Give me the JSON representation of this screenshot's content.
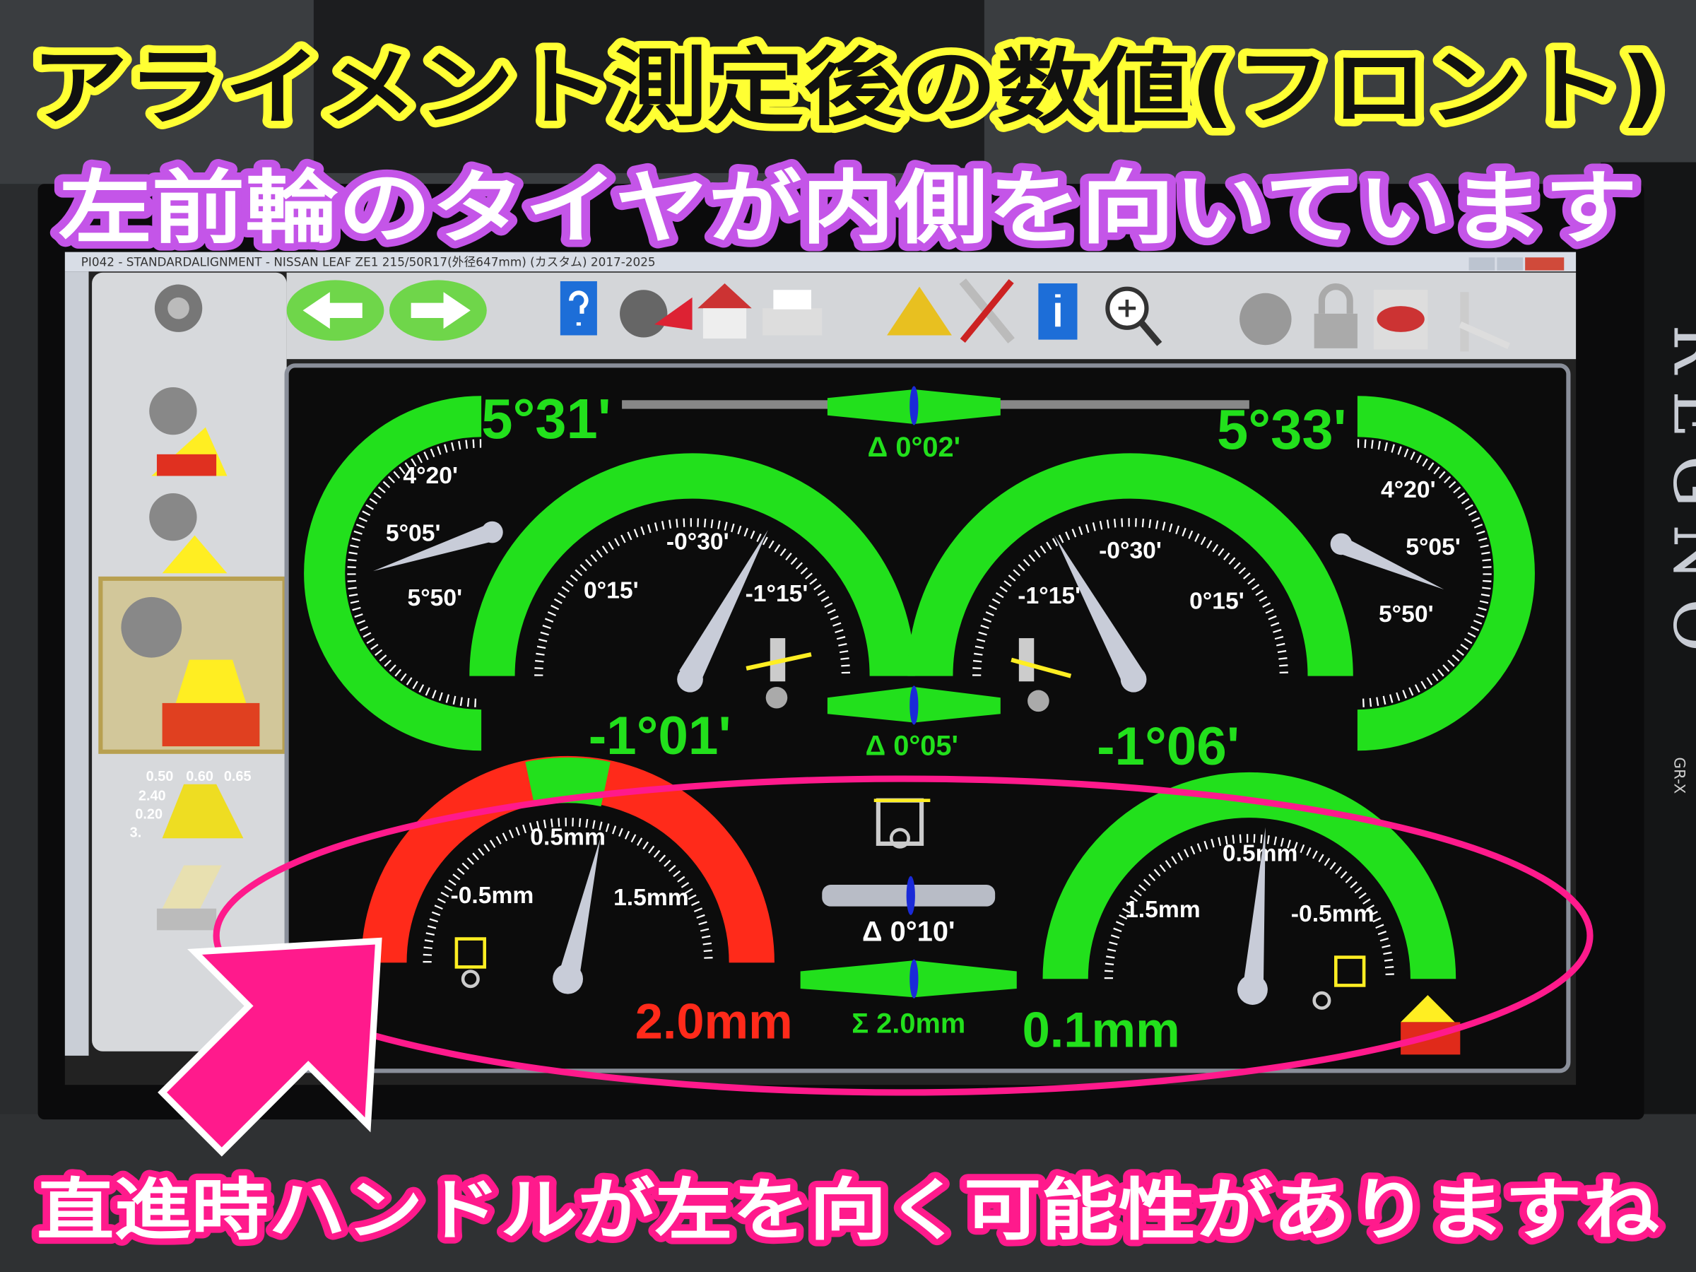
{
  "background": {
    "tire_brand": "REGNO",
    "tire_model": "GR-X"
  },
  "window": {
    "title": "PI042 - STANDARDALIGNMENT - NISSAN LEAF   ZE1   215/50R17(外径647mm) (カスタム) 2017-2025"
  },
  "sidebar": {
    "summary_table": [
      "0.50",
      "0.60",
      "0.65",
      "2.40",
      "0.20",
      "3."
    ]
  },
  "toolbar": {
    "icons": [
      "back-arrow",
      "forward-arrow",
      "help",
      "wheel-alignment",
      "home",
      "print",
      "measure",
      "tools",
      "info",
      "zoom-in",
      "settings-wheel",
      "lock",
      "vehicle-clipboard",
      "lift"
    ]
  },
  "gauges": {
    "left_caster": {
      "value": "5°31'",
      "ticks": [
        "4°20'",
        "5°05'",
        "5°50'"
      ]
    },
    "right_caster": {
      "value": "5°33'",
      "ticks": [
        "4°20'",
        "5°05'",
        "5°50'"
      ]
    },
    "caster_delta": "Δ 0°02'",
    "left_camber": {
      "value": "-1°01'",
      "ticks": [
        "-0°30'",
        "0°15'",
        "-1°15'"
      ]
    },
    "right_camber": {
      "value": "-1°06'",
      "ticks": [
        "-0°30'",
        "-1°15'",
        "0°15'"
      ]
    },
    "camber_delta": "Δ 0°05'",
    "left_toe": {
      "value": "2.0mm",
      "ticks": [
        "0.5mm",
        "-0.5mm",
        "1.5mm"
      ],
      "status_color": "#ff2a1a"
    },
    "right_toe": {
      "value": "0.1mm",
      "ticks": [
        "0.5mm",
        "1.5mm",
        "-0.5mm"
      ],
      "status_color": "#22e01c"
    },
    "toe_delta": "Δ 0°10'",
    "total_toe": "Σ 2.0mm"
  },
  "annotations": {
    "headline": "アライメント測定後の数値(フロント)",
    "subheadline": "左前輪のタイヤが内側を向いています",
    "note": "直進時ハンドルが左を向く可能性がありますね",
    "highlight_color": "#ff1a8c"
  },
  "colors": {
    "in_range": "#22e01c",
    "out_of_range": "#ff2a1a",
    "headline_outline": "#ffff33",
    "subheadline_outline": "#c455e8"
  }
}
